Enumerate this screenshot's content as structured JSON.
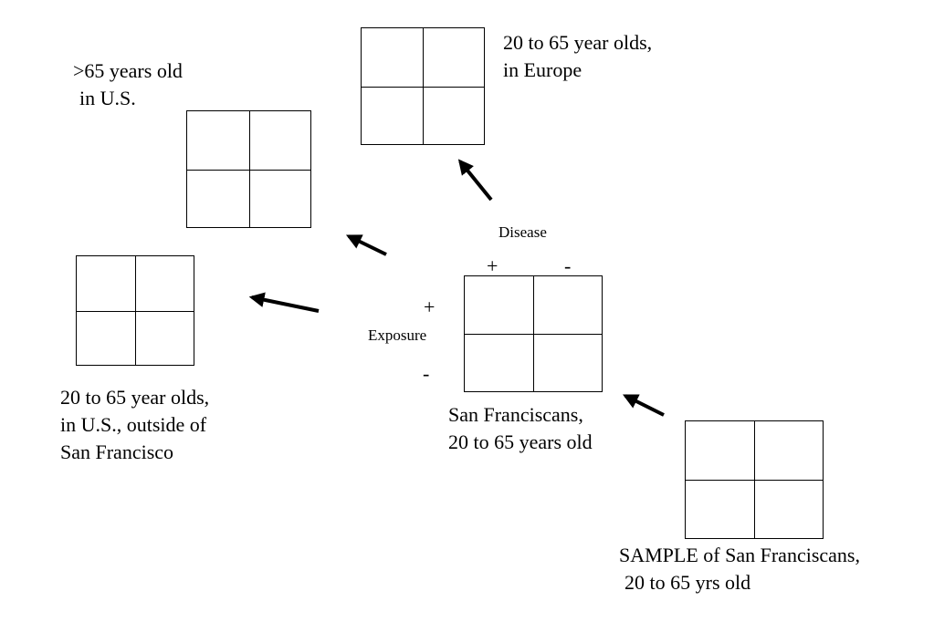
{
  "populations": {
    "europe": {
      "line1": "20 to 65 year olds,",
      "line2": "in Europe"
    },
    "us_over65": {
      "line1": ">65 years old",
      "line2": "in U.S."
    },
    "us_outside_sf": {
      "line1": "20 to 65 year olds,",
      "line2": "in U.S., outside of",
      "line3": "San Francisco"
    },
    "sf": {
      "line1": "San Franciscans,",
      "line2": "20 to 65 years old"
    },
    "sample": {
      "line1": "SAMPLE of San Franciscans,",
      "line2": "20 to 65 yrs old"
    }
  },
  "axes": {
    "disease_label": "Disease",
    "disease_plus": "+",
    "disease_minus": "-",
    "exposure_label": "Exposure",
    "exposure_plus": "+",
    "exposure_minus": "-"
  },
  "colors": {
    "line": "#000000",
    "background": "#ffffff"
  }
}
